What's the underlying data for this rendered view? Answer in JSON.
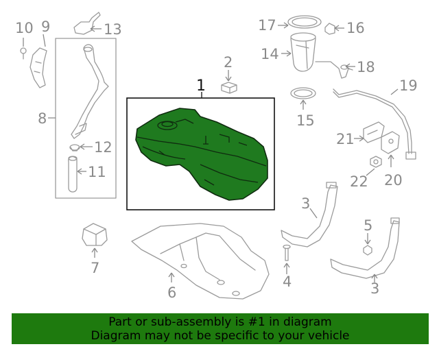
{
  "callouts": {
    "c1": "1",
    "c2": "2",
    "c3a": "3",
    "c3b": "3",
    "c4": "4",
    "c5": "5",
    "c6": "6",
    "c7": "7",
    "c8": "8",
    "c9": "9",
    "c10": "10",
    "c11": "11",
    "c12": "12",
    "c13": "13",
    "c14": "14",
    "c15": "15",
    "c16": "16",
    "c17": "17",
    "c18": "18",
    "c19": "19",
    "c20": "20",
    "c21": "21",
    "c22": "22"
  },
  "banner": {
    "line1": "Part or sub-assembly is #1 in diagram",
    "line2": "Diagram may not be specific to your vehicle"
  },
  "colors": {
    "banner_bg": "#1e7a0e",
    "highlight_part": "#1f7a1f",
    "line_art": "#9a9a9a"
  }
}
